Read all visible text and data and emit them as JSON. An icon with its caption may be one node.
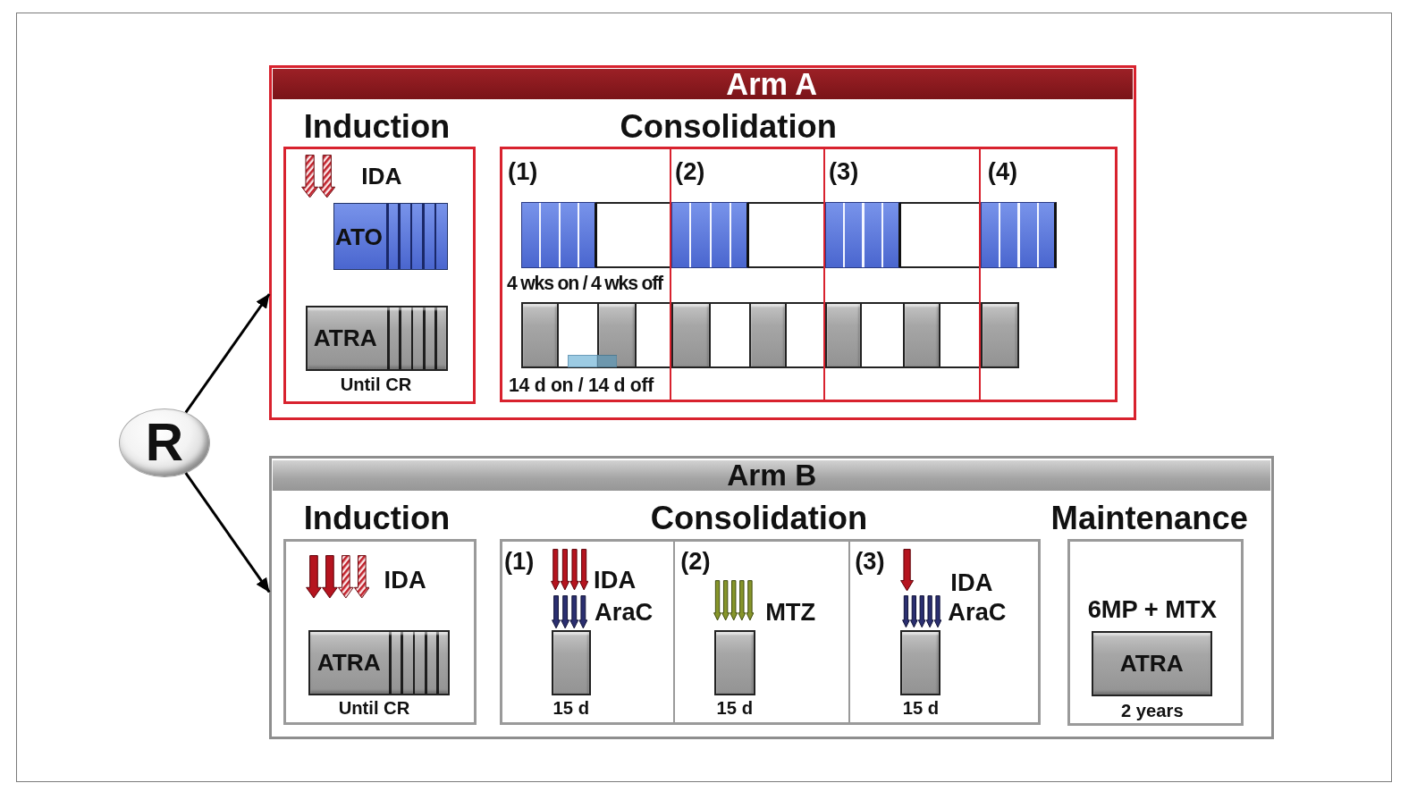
{
  "diagram": {
    "nodes": [
      {
        "text": [
          "R"
        ]
      },
      {
        "text": [
          "Arm A"
        ]
      },
      {
        "text": [
          "Induction",
          "IDA"
        ],
        "in": 1
      },
      {
        "text": [
          "ATO"
        ],
        "in": 2
      },
      {
        "text": [
          "ATRA"
        ],
        "beside": [
          "Until CR"
        ],
        "in": 2
      },
      {
        "text": [
          "Consolidation"
        ],
        "in": 1
      },
      {
        "text": [
          "(1)",
          "4 wks on / 4 wks off",
          "14 d on / 14 d off"
        ],
        "in": 5
      },
      {
        "text": [],
        "shape": "bar",
        "in": 6
      },
      {
        "text": [],
        "shape": "bar",
        "in": 6
      },
      {
        "text": [],
        "shape": "bar",
        "in": 6
      },
      {
        "text": [
          "(2)"
        ],
        "in": 5
      },
      {
        "text": [],
        "shape": "bar",
        "in": 10
      },
      {
        "text": [],
        "shape": "bar",
        "in": 10
      },
      {
        "text": [],
        "shape": "bar",
        "in": 10
      },
      {
        "text": [
          "(3)"
        ],
        "in": 5
      },
      {
        "text": [],
        "shape": "bar",
        "in": 14
      },
      {
        "text": [],
        "shape": "bar",
        "in": 14
      },
      {
        "text": [],
        "shape": "bar",
        "in": 14
      },
      {
        "text": [
          "(4)"
        ],
        "in": 5
      },
      {
        "text": [],
        "shape": "bar",
        "in": 18
      },
      {
        "text": [],
        "shape": "bar",
        "in": 18
      },
      {
        "text": [
          "Arm B"
        ]
      },
      {
        "text": [
          "Induction",
          "IDA"
        ],
        "in": 21
      },
      {
        "text": [
          "ATRA"
        ],
        "beside": [
          "Until CR"
        ],
        "in": 22
      },
      {
        "text": [
          "Consolidation"
        ],
        "in": 21
      },
      {
        "text": [
          "(1)",
          "IDA",
          "AraC"
        ],
        "in": 24
      },
      {
        "text": [],
        "shape": "bar",
        "beside": [
          "15 d"
        ],
        "in": 25
      },
      {
        "text": [
          "(2)",
          "MTZ"
        ],
        "in": 24
      },
      {
        "text": [],
        "shape": "bar",
        "beside": [
          "15 d"
        ],
        "in": 27
      },
      {
        "text": [
          "(3)",
          "IDA",
          "AraC"
        ],
        "in": 24
      },
      {
        "text": [],
        "shape": "bar",
        "beside": [
          "15 d"
        ],
        "in": 29
      },
      {
        "text": [
          "Maintenance",
          "6MP + MTX"
        ],
        "in": 21
      },
      {
        "text": [
          "ATRA"
        ],
        "beside": [
          "2 years"
        ],
        "in": 31
      }
    ],
    "edges": [
      {
        "from": 0,
        "to": 1,
        "arrow": "to"
      },
      {
        "from": 0,
        "to": 21,
        "arrow": "to"
      }
    ]
  }
}
